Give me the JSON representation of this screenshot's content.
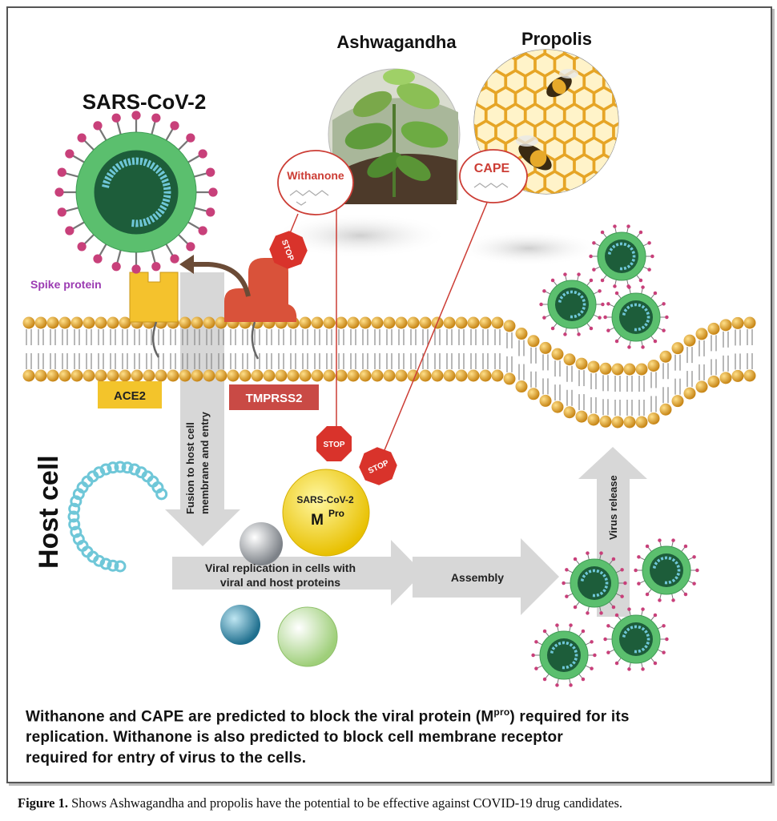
{
  "labels": {
    "virus_title": "SARS-CoV-2",
    "ashwagandha": "Ashwagandha",
    "propolis": "Propolis",
    "withanone": "Withanone",
    "cape": "CAPE",
    "spike_protein": "Spike protein",
    "ace2": "ACE2",
    "tmprss2": "TMPRSS2",
    "host_cell": "Host cell",
    "fusion_line1": "Fusion to host cell",
    "fusion_line2": "membrane and entry",
    "mpro_top": "SARS-CoV-2",
    "mpro_main": "M",
    "mpro_sup": "Pro",
    "replication_line1": "Viral replication in cells with",
    "replication_line2": "viral and host proteins",
    "assembly": "Assembly",
    "virus_release": "Virus release",
    "stop": "STOP"
  },
  "caption": {
    "line1_a": "Withanone and CAPE  are predicted to block the viral protein (M",
    "line1_sup": "pro",
    "line1_b": ") required for its",
    "line2": "replication. Withanone is also predicted to block cell membrane receptor",
    "line3": "required for entry of virus to the cells."
  },
  "figure_caption": {
    "label": "Figure 1.",
    "text": " Shows Ashwagandha and propolis have the potential to be effective against COVID-19 drug candidates."
  },
  "colors": {
    "virus_green": "#5bbf6e",
    "virus_dark": "#1d5d3a",
    "rna_blue": "#6fc7d8",
    "spike_pink": "#c8407a",
    "lipid_gold": "#e8a92a",
    "ace2_yellow": "#f3c42b",
    "tmprss2_red": "#d9523a",
    "stop_red": "#d9332b",
    "arrow_gray": "#d5d5d5"
  }
}
